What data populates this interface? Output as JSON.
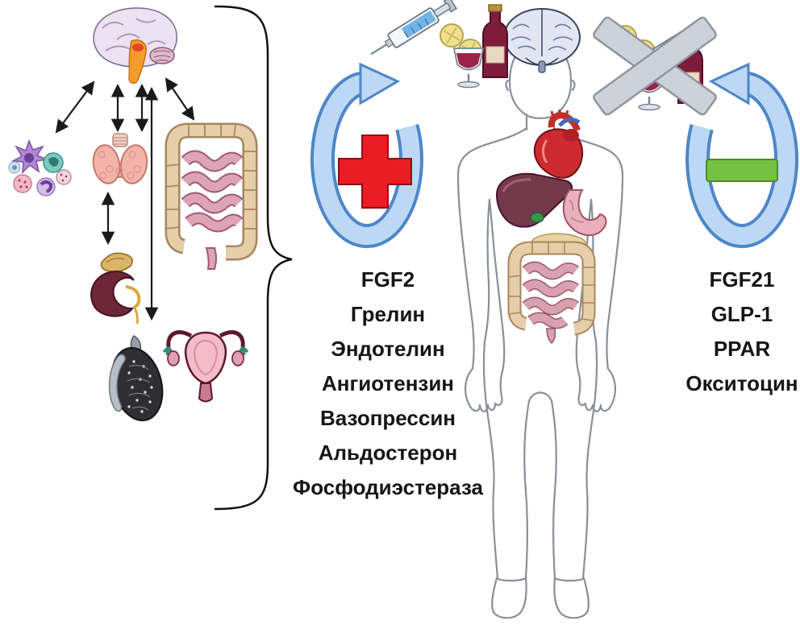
{
  "increase": {
    "sign_symbol": "+",
    "factors": [
      "FGF2",
      "Грелин",
      "Эндотелин",
      "Ангиотензин",
      "Вазопрессин",
      "Альдостерон",
      "Фосфодиэстераза"
    ]
  },
  "decrease": {
    "sign_symbol": "−",
    "factors": [
      "FGF21",
      "GLP-1",
      "PPAR",
      "Окситоцин"
    ]
  },
  "icons": {
    "left_column": [
      "brain-icon",
      "immune-cells-icon",
      "thyroid-icon",
      "intestine-icon",
      "kidney-adrenal-icon",
      "testis-icon",
      "uterus-icon",
      "brace"
    ],
    "stimuli_left": [
      "syringe-icon",
      "pill-icon",
      "wine-glass-icon",
      "wine-bottle-icon"
    ],
    "stimuli_right_crossed": [
      "pill-icon",
      "syringe-icon",
      "wine-glass-icon",
      "wine-bottle-icon",
      "cross-out-icon"
    ],
    "center": [
      "human-body",
      "brain-icon",
      "heart-icon",
      "liver-icon",
      "stomach-icon",
      "pancreas-icon",
      "intestine-icon"
    ],
    "cycle_arrows": [
      "increase-cycle-arrow",
      "decrease-cycle-arrow"
    ]
  },
  "colors": {
    "plus": "#ec1c24",
    "minus": "#76c043",
    "cycle_fill": "#bcd8f4",
    "cycle_stroke": "#4e86c8",
    "cross_out": "#ccd2d9"
  }
}
